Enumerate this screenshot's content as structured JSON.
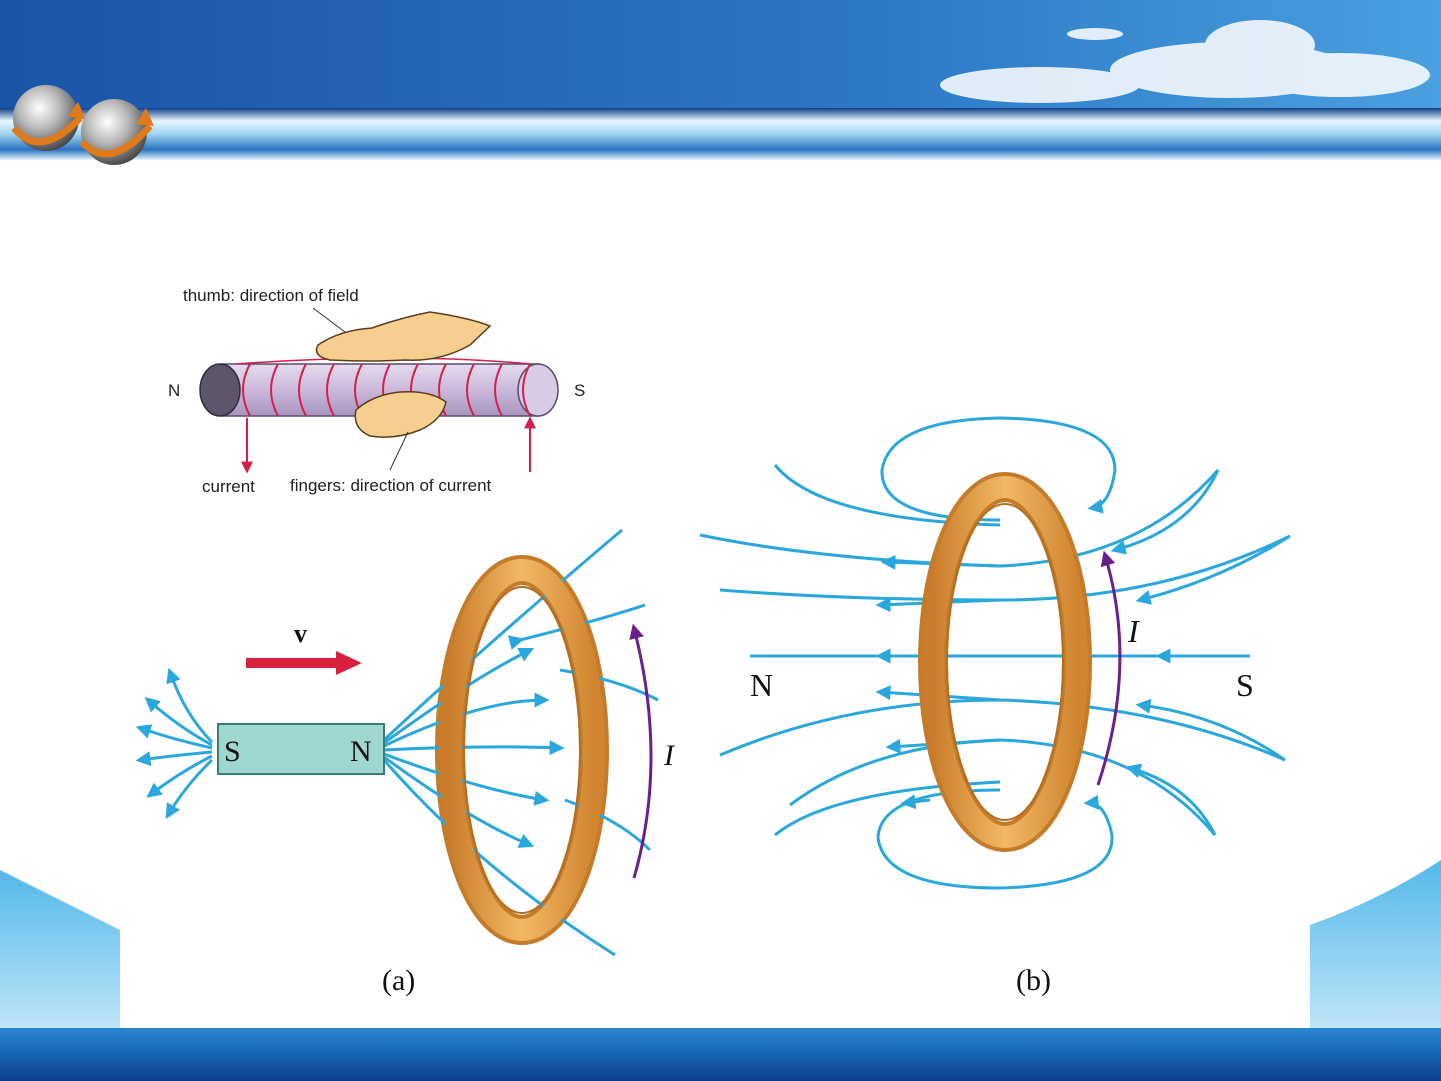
{
  "colors": {
    "header_blue": "#1f5fae",
    "field_line": "#2aa7dd",
    "ring_orange": "#e39a3f",
    "current_arrow": "#6a1f8a",
    "velocity_arrow": "#d8213b",
    "magnet_fill": "#9fd6cf",
    "coil_red": "#d3204a"
  },
  "icons": [
    "rotating-globe-icon",
    "rotating-globe-icon"
  ],
  "solenoid": {
    "thumb_label": "thumb: direction of field",
    "fingers_label": "fingers: direction of current",
    "current_label": "current",
    "n_label": "N",
    "s_label": "S"
  },
  "figure_a": {
    "velocity_label": "v",
    "magnet_s": "S",
    "magnet_n": "N",
    "current_label": "I",
    "caption": "(a)"
  },
  "figure_b": {
    "n_label": "N",
    "s_label": "S",
    "current_label": "I",
    "caption": "(b)"
  }
}
